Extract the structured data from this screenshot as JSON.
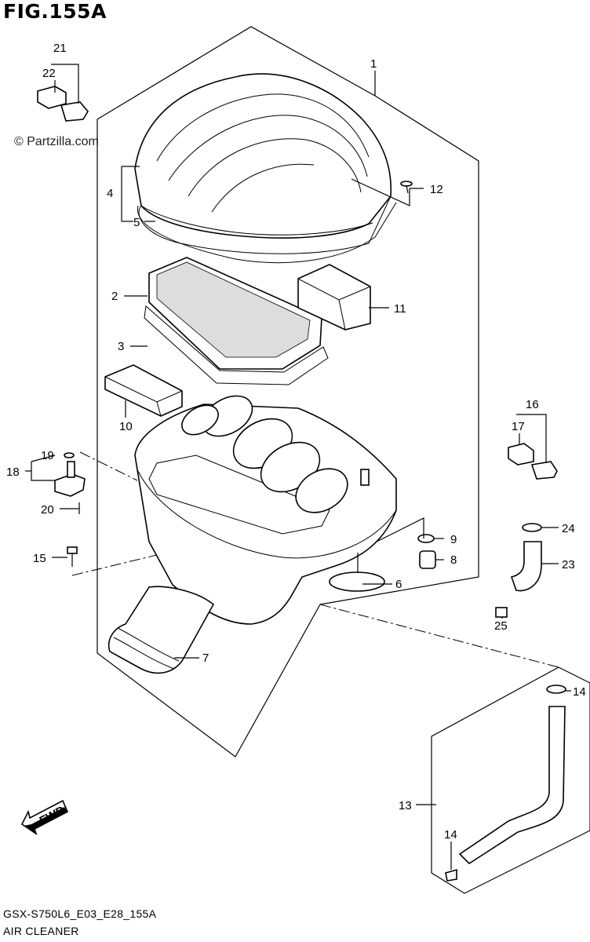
{
  "figure": {
    "title": "FIG.155A",
    "watermark": "© Partzilla.com",
    "model_code": "GSX-S750L6_E03_E28_155A",
    "section_name": "AIR CLEANER",
    "fwd_label": "FWD"
  },
  "callouts": [
    {
      "id": "c1",
      "label": "1"
    },
    {
      "id": "c2",
      "label": "2"
    },
    {
      "id": "c3",
      "label": "3"
    },
    {
      "id": "c4",
      "label": "4"
    },
    {
      "id": "c5",
      "label": "5"
    },
    {
      "id": "c6",
      "label": "6"
    },
    {
      "id": "c7",
      "label": "7"
    },
    {
      "id": "c8",
      "label": "8"
    },
    {
      "id": "c9",
      "label": "9"
    },
    {
      "id": "c10",
      "label": "10"
    },
    {
      "id": "c11",
      "label": "11"
    },
    {
      "id": "c12",
      "label": "12"
    },
    {
      "id": "c13",
      "label": "13"
    },
    {
      "id": "c14a",
      "label": "14"
    },
    {
      "id": "c14b",
      "label": "14"
    },
    {
      "id": "c15",
      "label": "15"
    },
    {
      "id": "c16",
      "label": "16"
    },
    {
      "id": "c17",
      "label": "17"
    },
    {
      "id": "c18",
      "label": "18"
    },
    {
      "id": "c19",
      "label": "19"
    },
    {
      "id": "c20",
      "label": "20"
    },
    {
      "id": "c21",
      "label": "21"
    },
    {
      "id": "c22",
      "label": "22"
    },
    {
      "id": "c23",
      "label": "23"
    },
    {
      "id": "c24",
      "label": "24"
    },
    {
      "id": "c25",
      "label": "25"
    }
  ]
}
